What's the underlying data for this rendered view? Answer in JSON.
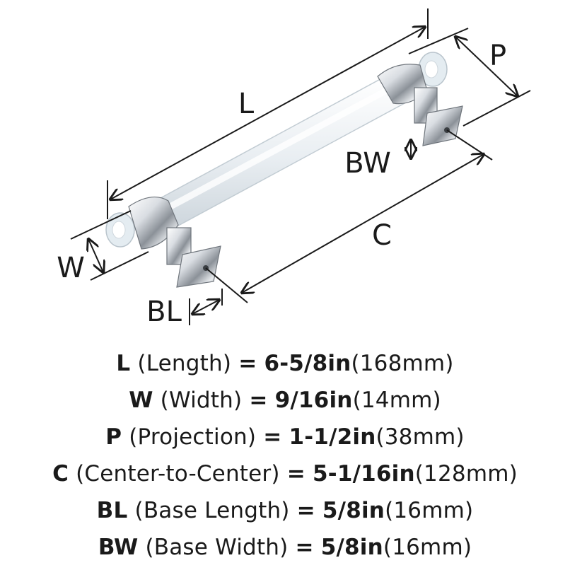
{
  "diagram": {
    "labels": {
      "L": "L",
      "P": "P",
      "BW": "BW",
      "W": "W",
      "C": "C",
      "BL": "BL"
    }
  },
  "specs": [
    {
      "code": "L",
      "name": "(Length)",
      "eq": "=",
      "imperial": "6-5/8in",
      "metric": "(168mm)"
    },
    {
      "code": "W",
      "name": "(Width)",
      "eq": "=",
      "imperial": "9/16in",
      "metric": "(14mm)"
    },
    {
      "code": "P",
      "name": "(Projection)",
      "eq": "=",
      "imperial": "1-1/2in",
      "metric": "(38mm)"
    },
    {
      "code": "C",
      "name": "(Center-to-Center)",
      "eq": "=",
      "imperial": "5-1/16in",
      "metric": "(128mm)"
    },
    {
      "code": "BL",
      "name": "(Base Length)",
      "eq": "=",
      "imperial": "5/8in",
      "metric": "(16mm)"
    },
    {
      "code": "BW",
      "name": "(Base Width)",
      "eq": "=",
      "imperial": "5/8in",
      "metric": "(16mm)"
    }
  ],
  "colors": {
    "ink": "#1a1a1a",
    "chrome_light": "#f2f4f6",
    "chrome_dark": "#8b9198",
    "acrylic": "#eef2f5"
  }
}
